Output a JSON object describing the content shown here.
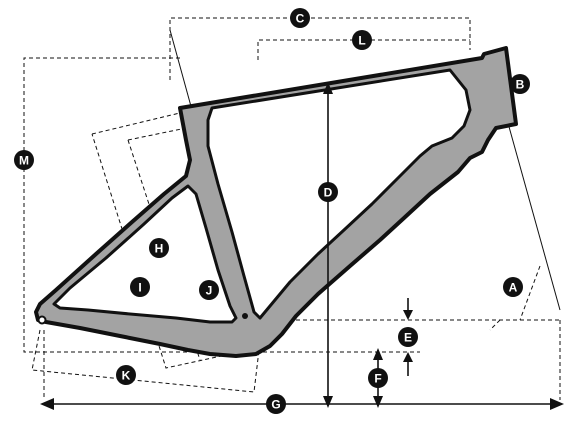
{
  "diagram": {
    "labels": {
      "A": "A",
      "B": "B",
      "C": "C",
      "D": "D",
      "E": "E",
      "F": "F",
      "G": "G",
      "H": "H",
      "I": "I",
      "J": "J",
      "K": "K",
      "L": "L",
      "M": "M"
    },
    "colors": {
      "frame_fill": "#a3a3a3",
      "outline": "#111111",
      "badge": "#111111",
      "background": "#ffffff"
    }
  }
}
